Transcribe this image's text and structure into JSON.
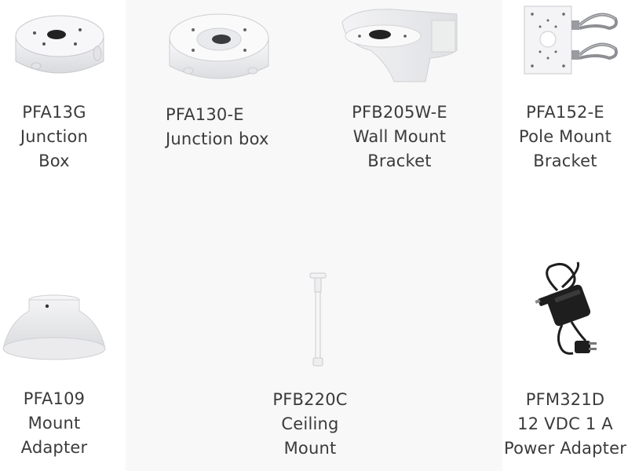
{
  "products": [
    {
      "model": "PFA13G",
      "lines": [
        "Junction",
        "Box"
      ],
      "icon": "junction-box-icon"
    },
    {
      "model": "PFA130-E",
      "lines": [
        "Junction box"
      ],
      "icon": "junction-box-large-icon"
    },
    {
      "model": "PFB205W-E",
      "lines": [
        "Wall Mount",
        "Bracket"
      ],
      "icon": "wall-mount-bracket-icon"
    },
    {
      "model": "PFA152-E",
      "lines": [
        "Pole Mount",
        "Bracket"
      ],
      "icon": "pole-mount-bracket-icon"
    },
    {
      "model": "PFA109",
      "lines": [
        "Mount",
        "Adapter"
      ],
      "icon": "mount-adapter-icon"
    },
    {
      "model": "PFB220C",
      "lines": [
        "Ceiling",
        "Mount"
      ],
      "icon": "ceiling-mount-icon"
    },
    {
      "model": "PFM321D",
      "lines": [
        "12 VDC 1 A",
        "Power Adapter"
      ],
      "icon": "power-adapter-icon"
    }
  ],
  "colors": {
    "text": "#3b3b3b",
    "product_white": "#f2f2f4",
    "product_shadow": "#cfd0d4",
    "adapter_black": "#1e1e1e"
  }
}
